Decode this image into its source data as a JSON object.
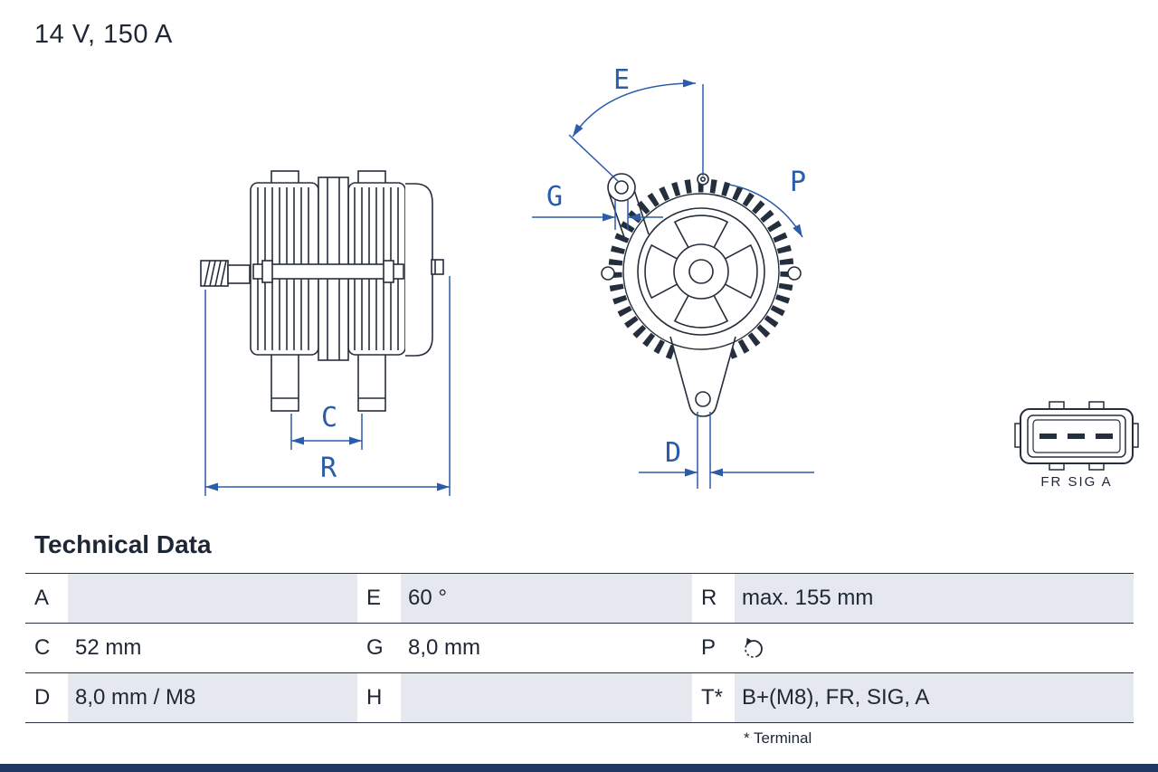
{
  "header": {
    "rating": "14 V, 150 A"
  },
  "drawing": {
    "dimension_labels": {
      "e": "E",
      "g": "G",
      "p": "P",
      "c": "C",
      "r": "R",
      "d": "D"
    },
    "connector": {
      "label": "FR SIG A"
    }
  },
  "technical_data": {
    "title": "Technical Data",
    "rows": [
      {
        "c1": {
          "key": "A",
          "value": ""
        },
        "c2": {
          "key": "E",
          "value": "60 °"
        },
        "c3": {
          "key": "R",
          "value": "max. 155 mm"
        }
      },
      {
        "c1": {
          "key": "C",
          "value": "52 mm"
        },
        "c2": {
          "key": "G",
          "value": "8,0 mm"
        },
        "c3": {
          "key": "P",
          "value": "",
          "icon": "rotation-direction"
        }
      },
      {
        "c1": {
          "key": "D",
          "value": "8,0 mm / M8"
        },
        "c2": {
          "key": "H",
          "value": ""
        },
        "c3": {
          "key": "T*",
          "value": "B+(M8), FR, SIG, A"
        }
      }
    ],
    "footnote": "* Terminal"
  },
  "colors": {
    "dimension_blue": "#2a5caa",
    "drawing_ink": "#252e3c",
    "row_shade": "#e5e8ee",
    "footer_bar": "#1e3a64"
  }
}
